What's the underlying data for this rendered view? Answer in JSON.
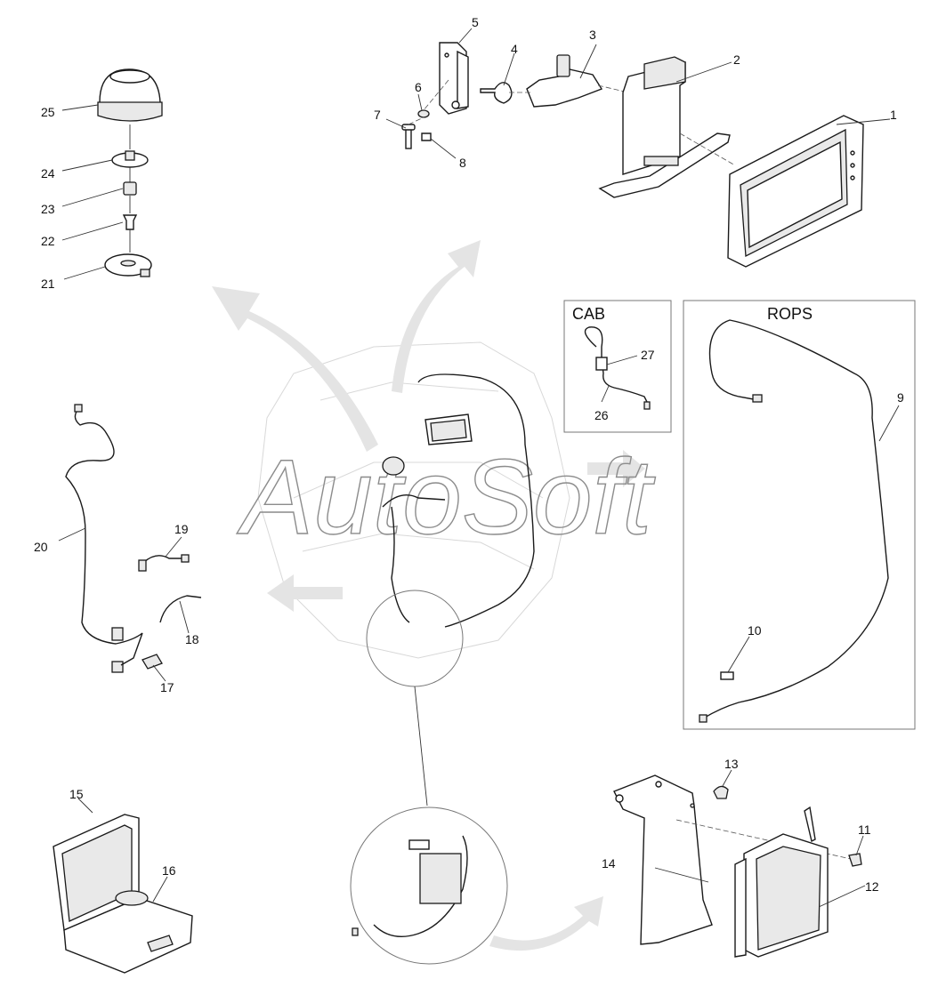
{
  "watermark": "AutoSoft",
  "boxes": {
    "cab": "CAB",
    "rops": "ROPS"
  },
  "callouts": {
    "c1": "1",
    "c2": "2",
    "c3": "3",
    "c4": "4",
    "c5": "5",
    "c6": "6",
    "c7": "7",
    "c8": "8",
    "c9": "9",
    "c10": "10",
    "c11": "11",
    "c12": "12",
    "c13": "13",
    "c14": "14",
    "c15": "15",
    "c16": "16",
    "c17": "17",
    "c18": "18",
    "c19": "19",
    "c20": "20",
    "c21": "21",
    "c22": "22",
    "c23": "23",
    "c24": "24",
    "c25": "25",
    "c26": "26",
    "c27": "27"
  }
}
